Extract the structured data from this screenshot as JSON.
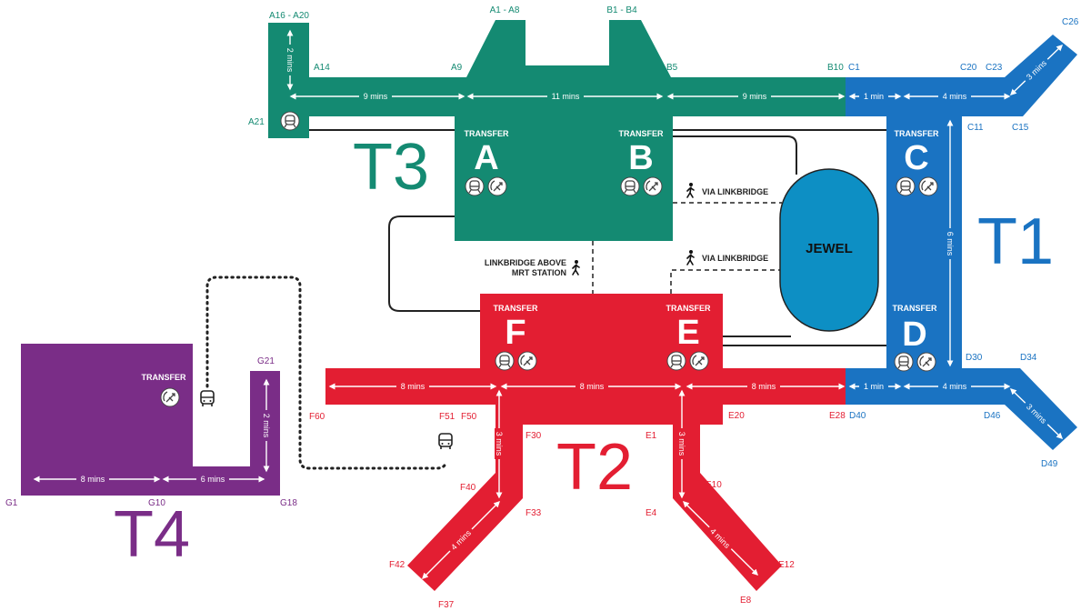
{
  "colors": {
    "t1": "#1a73c2",
    "t2": "#e31e32",
    "t3": "#148a72",
    "t4": "#7a2d87",
    "jewel": "#0d8fc4",
    "line": "#222222"
  },
  "terminals": {
    "t1": "T1",
    "t2": "T2",
    "t3": "T3",
    "t4": "T4"
  },
  "transfer_label": "TRANSFER",
  "transfer_letters": {
    "a": "A",
    "b": "B",
    "c": "C",
    "d": "D",
    "e": "E",
    "f": "F"
  },
  "jewel": "JEWEL",
  "links": {
    "via_linkbridge_1": "VIA LINKBRIDGE",
    "via_linkbridge_2": "VIA LINKBRIDGE",
    "mrt_line1": "LINKBRIDGE ABOVE",
    "mrt_line2": "MRT STATION"
  },
  "gates": {
    "a16a20": "A16 - A20",
    "a14": "A14",
    "a9": "A9",
    "a1a8": "A1 - A8",
    "b1b4": "B1 - B4",
    "b5": "B5",
    "b10": "B10",
    "a21": "A21",
    "c1": "C1",
    "c20": "C20",
    "c23": "C23",
    "c26": "C26",
    "c11": "C11",
    "c15": "C15",
    "d30": "D30",
    "d34": "D34",
    "d40": "D40",
    "d46": "D46",
    "d49": "D49",
    "e20": "E20",
    "e28": "E28",
    "e1": "E1",
    "e10": "E10",
    "e4": "E4",
    "e12": "E12",
    "e8": "E8",
    "f60": "F60",
    "f51": "F51",
    "f50": "F50",
    "f30": "F30",
    "f40": "F40",
    "f33": "F33",
    "f42": "F42",
    "f37": "F37",
    "g21": "G21",
    "g1": "G1",
    "g10": "G10",
    "g18": "G18"
  },
  "durations": {
    "t3_a_vert": "2 mins",
    "t3_1": "9 mins",
    "t3_2": "11 mins",
    "t3_3": "9 mins",
    "t1_top1": "1 min",
    "t1_top2": "4 mins",
    "t1_diag_top": "3 mins",
    "t1_vert": "6 mins",
    "t1_bot1": "1 min",
    "t1_bot2": "4 mins",
    "t1_diag_bot": "3 mins",
    "t2_1": "8 mins",
    "t2_2": "8 mins",
    "t2_3": "8 mins",
    "t2_left_vert": "3 mins",
    "t2_right_vert": "3 mins",
    "t2_left_diag": "4 mins",
    "t2_right_diag": "4 mins",
    "t4_1": "8 mins",
    "t4_2": "6 mins",
    "t4_vert": "2 mins"
  }
}
